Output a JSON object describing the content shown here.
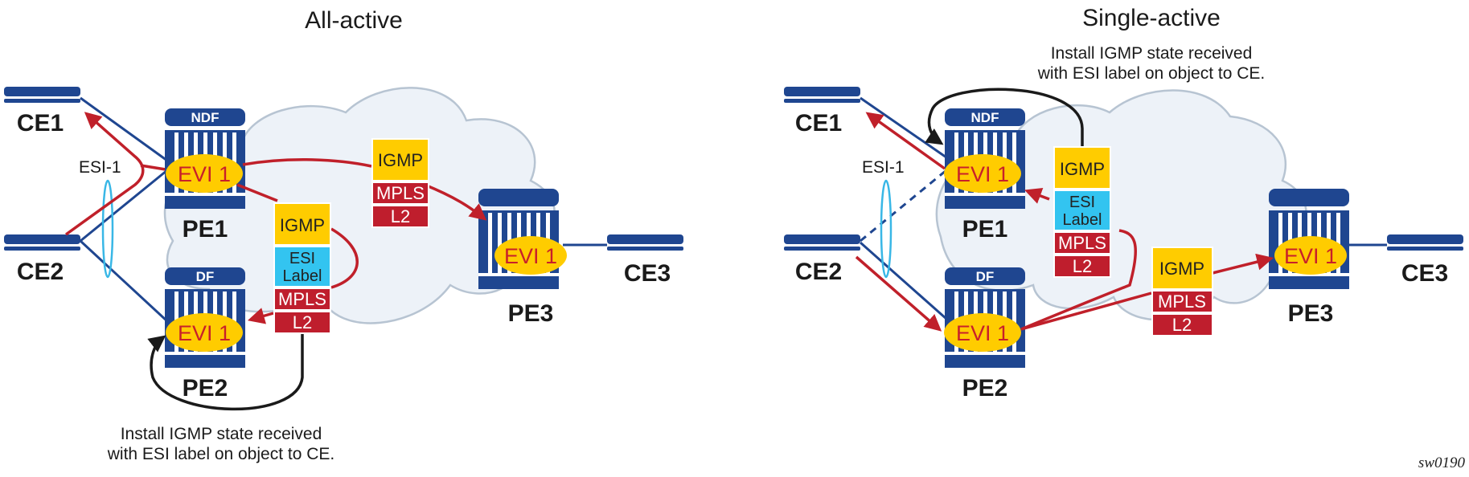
{
  "figure_id": "sw0190",
  "colors": {
    "router_blue": "#1f4690",
    "flow_red": "#c0202a",
    "evi_yellow": "#ffcc00",
    "igmp_yellow": "#ffcc00",
    "esi_cyan": "#33c4f0",
    "mpls_red": "#bf1e2d",
    "cloud_fill": "#edf2f8",
    "cloud_stroke": "#b7c4d2",
    "esi_ring": "#39b7e6",
    "note_arrow": "#1a1a1a"
  },
  "panels": [
    {
      "title": "All-active",
      "esi_label": "ESI-1",
      "ces": [
        "CE1",
        "CE2",
        "CE3"
      ],
      "pes": [
        {
          "name": "PE1",
          "role": "NDF",
          "evi": "EVI 1"
        },
        {
          "name": "PE2",
          "role": "DF",
          "evi": "EVI 1"
        },
        {
          "name": "PE3",
          "role": "",
          "evi": "EVI 1"
        }
      ],
      "packets": [
        {
          "layers": [
            "IGMP",
            "MPLS",
            "L2"
          ]
        },
        {
          "layers": [
            "IGMP",
            "ESI Label",
            "MPLS",
            "L2"
          ]
        }
      ],
      "note": [
        "Install IGMP state received",
        "with ESI label on object to CE."
      ]
    },
    {
      "title": "Single-active",
      "esi_label": "ESI-1",
      "ces": [
        "CE1",
        "CE2",
        "CE3"
      ],
      "pes": [
        {
          "name": "PE1",
          "role": "NDF",
          "evi": "EVI 1"
        },
        {
          "name": "PE2",
          "role": "DF",
          "evi": "EVI 1"
        },
        {
          "name": "PE3",
          "role": "",
          "evi": "EVI 1"
        }
      ],
      "packets": [
        {
          "layers": [
            "IGMP",
            "ESI Label",
            "MPLS",
            "L2"
          ]
        },
        {
          "layers": [
            "IGMP",
            "MPLS",
            "L2"
          ]
        }
      ],
      "note": [
        "Install IGMP state received",
        "with ESI label on object to CE."
      ]
    }
  ]
}
